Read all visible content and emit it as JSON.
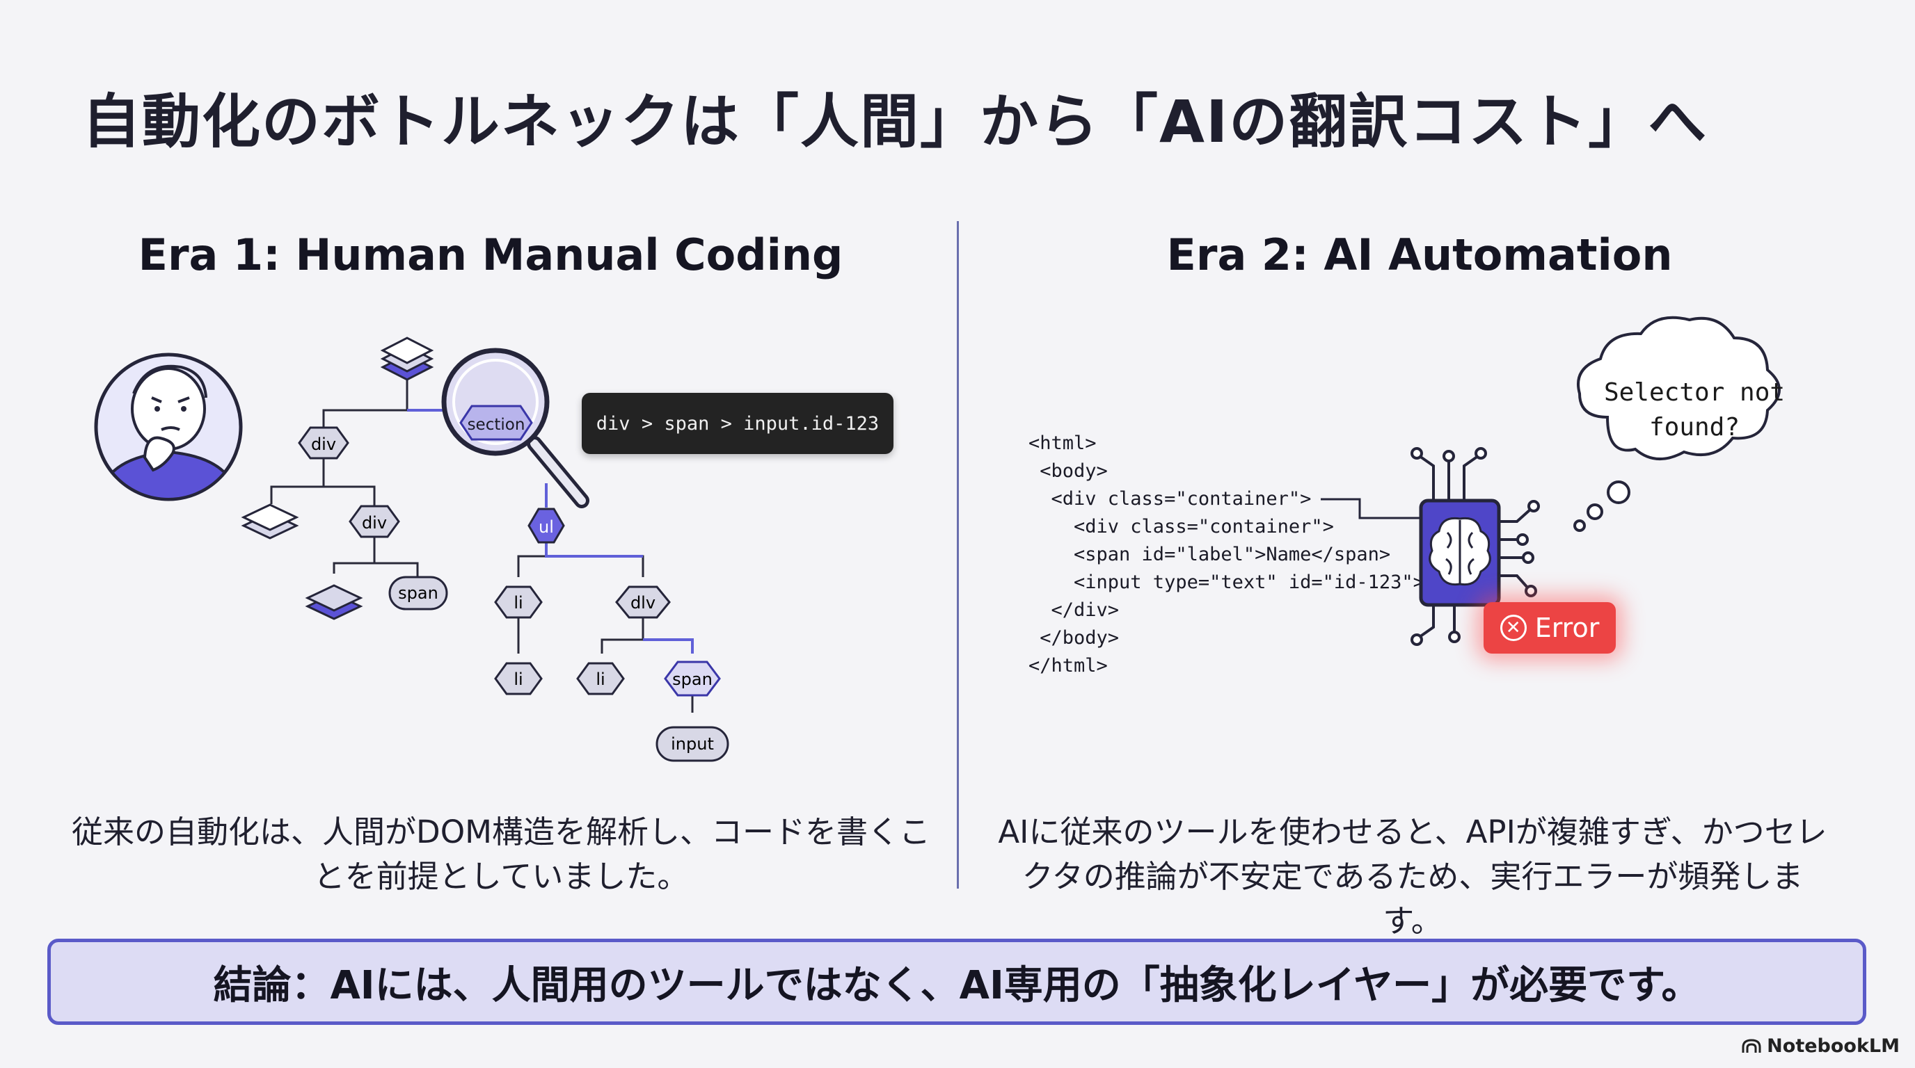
{
  "title": "自動化のボトルネックは「人間」から「AIの翻訳コスト」へ",
  "era1": {
    "heading": "Era 1: Human Manual Coding",
    "selector": "div > span > input.id-123",
    "nodes": {
      "div_a": "div",
      "div_b": "div",
      "span_a": "span",
      "section": "section",
      "ul": "ul",
      "li_a": "li",
      "div_c": "dlv",
      "li_b": "li",
      "li_c": "li",
      "span_b": "span",
      "input": "input"
    },
    "description": "従来の自動化は、人間がDOM構造を解析し、コードを書くことを前提としていました。"
  },
  "era2": {
    "heading": "Era 2: AI Automation",
    "code_lines": [
      "<html>",
      " <body>",
      "  <div class=\"container\">",
      "    <div class=\"container\">",
      "    <span id=\"label\">Name</span>",
      "    <input type=\"text\" id=\"id-123\">",
      "  </div>",
      " </body>",
      "</html>"
    ],
    "thought": "Selector not found?",
    "error_label": "Error",
    "description": "AIに従来のツールを使わせると、APIが複雑すぎ、かつセレクタの推論が不安定であるため、実行エラーが頻発します。"
  },
  "conclusion": "結論：AIには、人間用のツールではなく、AI専用の「抽象化レイヤー」が必要です。",
  "brand": "NotebookLM",
  "colors": {
    "background": "#f4f4f7",
    "accent": "#5a5ac8",
    "accent_fill": "#dddcf4",
    "error": "#ec4444",
    "chip": "#232323"
  },
  "icons": [
    "person-thinking-icon",
    "layers-icon",
    "magnifier-icon",
    "brain-chip-icon",
    "error-icon",
    "thought-bubble-icon",
    "notebooklm-logo-icon"
  ]
}
